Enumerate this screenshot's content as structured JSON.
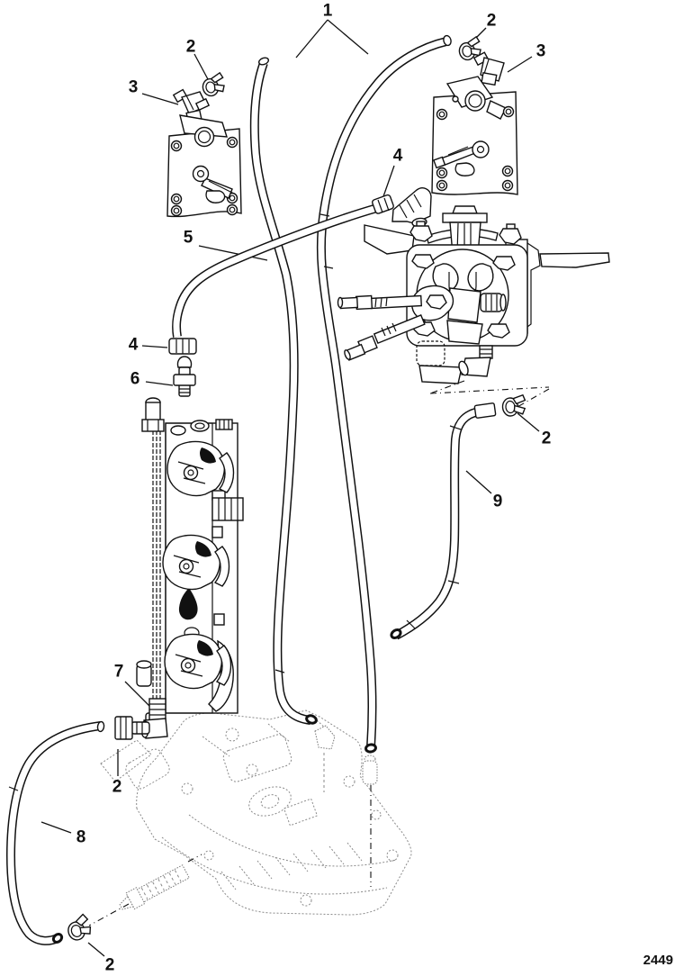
{
  "figure": {
    "drawing_number": "2449",
    "background_color": "#ffffff",
    "line_color": "#111111"
  },
  "callouts": [
    {
      "label": "1"
    },
    {
      "label": "2"
    },
    {
      "label": "3"
    },
    {
      "label": "2"
    },
    {
      "label": "3"
    },
    {
      "label": "4"
    },
    {
      "label": "5"
    },
    {
      "label": "4"
    },
    {
      "label": "6"
    },
    {
      "label": "2"
    },
    {
      "label": "9"
    },
    {
      "label": "7"
    },
    {
      "label": "2"
    },
    {
      "label": "8"
    },
    {
      "label": "2"
    }
  ]
}
